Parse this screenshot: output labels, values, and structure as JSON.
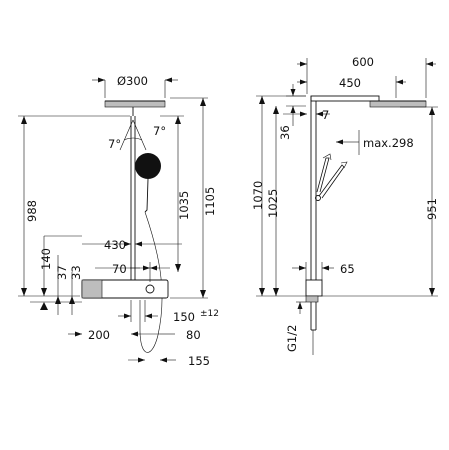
{
  "front_view": {
    "head_diameter": "Ø300",
    "tilt_left": "7°",
    "tilt_right": "7°",
    "height_988": "988",
    "height_1035": "1035",
    "height_1105": "1105",
    "height_140": "140",
    "height_37": "37",
    "height_33": "33",
    "width_430": "430",
    "width_70": "70",
    "width_150": "150",
    "tolerance": "±12",
    "width_200": "200",
    "width_80": "80",
    "width_155": "155"
  },
  "side_view": {
    "reach_600": "600",
    "reach_450": "450",
    "offset_7": "7",
    "offset_36": "36",
    "hand_shower_max": "max.298",
    "height_1070": "1070",
    "height_1025": "1025",
    "height_951": "951",
    "depth_65": "65",
    "thread": "G1/2"
  }
}
